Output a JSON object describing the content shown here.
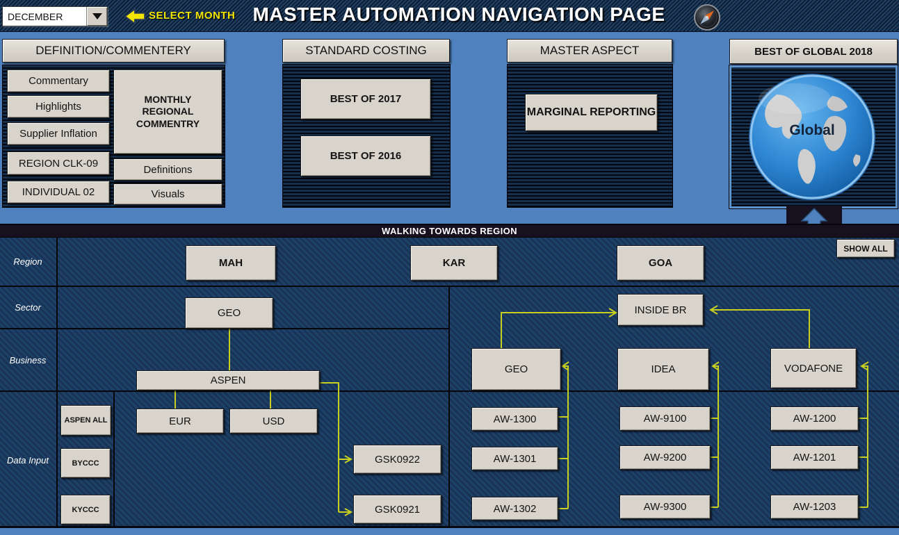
{
  "header": {
    "month_value": "DECEMBER",
    "select_month_label": "SELECT MONTH",
    "title": "MASTER AUTOMATION NAVIGATION PAGE"
  },
  "definition_panel": {
    "title": "DEFINITION/COMMENTERY",
    "left_buttons": [
      "Commentary",
      "Highlights",
      "Supplier Inflation",
      "REGION CLK-09",
      "INDIVIDUAL 02"
    ],
    "monthly_box_label": "MONTHLY REGIONAL COMMENTRY",
    "right_buttons": [
      "Definitions",
      "Visuals"
    ]
  },
  "standard_costing_panel": {
    "title": "STANDARD COSTING",
    "buttons": [
      "BEST OF 2017",
      "BEST OF 2016"
    ]
  },
  "master_aspect_panel": {
    "title": "MASTER ASPECT",
    "buttons": [
      "MARGINAL REPORTING"
    ]
  },
  "global_panel": {
    "title": "BEST OF GLOBAL 2018",
    "globe_label": "Global"
  },
  "region_section": {
    "bar_title": "WALKING TOWARDS REGION",
    "show_all": "SHOW ALL",
    "row_labels": [
      "Region",
      "Sector",
      "Business",
      "Data Input"
    ],
    "regions": [
      "MAH",
      "KAR",
      "GOA"
    ],
    "sector_left": "GEO",
    "sector_right": "INSIDE BR",
    "business_left": "ASPEN",
    "business_right": [
      "GEO",
      "IDEA",
      "VODAFONE"
    ],
    "data_side_buttons": [
      "ASPEN ALL",
      "BYCCC",
      "KYCCC"
    ],
    "currency_buttons": [
      "EUR",
      "USD"
    ],
    "gsk_buttons": [
      "GSK0922",
      "GSK0921"
    ],
    "aw_geo": [
      "AW-1300",
      "AW-1301",
      "AW-1302"
    ],
    "aw_idea": [
      "AW-9100",
      "AW-9200",
      "AW-9300"
    ],
    "aw_vodafone": [
      "AW-1200",
      "AW-1201",
      "AW-1203"
    ]
  },
  "colors": {
    "background_blue": "#4e81bd",
    "connector_yellow": "#c8d020",
    "button_face": "#d8d4cb",
    "select_month_yellow": "#f2e600"
  }
}
